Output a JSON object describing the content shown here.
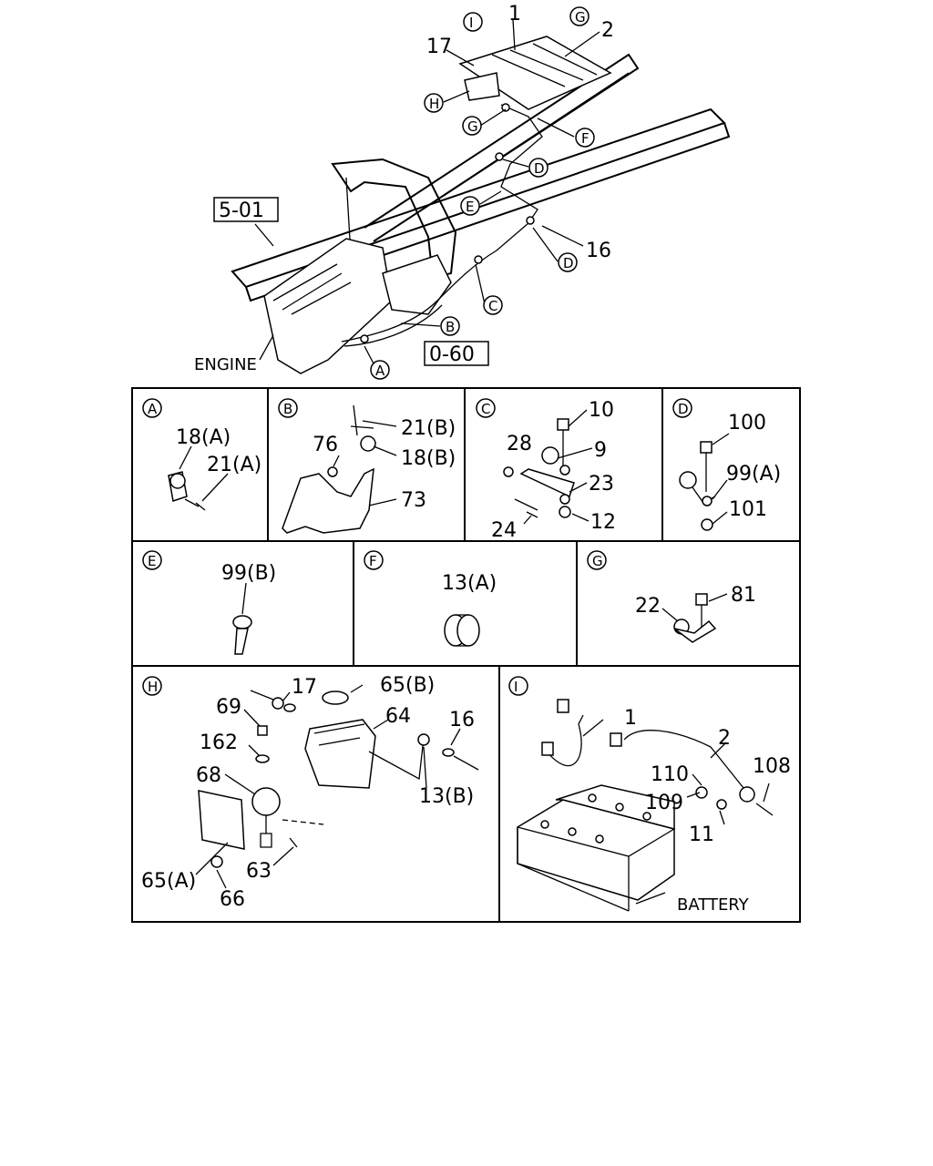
{
  "overview": {
    "ref_5_01": "5-01",
    "ref_0_60": "0-60",
    "engine": "ENGINE",
    "callouts": {
      "I": "I",
      "G": "G",
      "H": "H",
      "G2": "G",
      "F": "F",
      "D1": "D",
      "E": "E",
      "D2": "D",
      "C": "C",
      "B": "B",
      "A": "A"
    },
    "parts": {
      "p1": "1",
      "p2": "2",
      "p17": "17",
      "p16": "16"
    }
  },
  "panels": {
    "A": {
      "letter": "A",
      "labels": [
        "18(A)",
        "21(A)"
      ]
    },
    "B": {
      "letter": "B",
      "labels": [
        "21(B)",
        "76",
        "18(B)",
        "73"
      ]
    },
    "C": {
      "letter": "C",
      "labels": [
        "10",
        "28",
        "9",
        "23",
        "24",
        "12"
      ]
    },
    "D": {
      "letter": "D",
      "labels": [
        "100",
        "99(A)",
        "101"
      ]
    },
    "E": {
      "letter": "E",
      "labels": [
        "99(B)"
      ]
    },
    "F": {
      "letter": "F",
      "labels": [
        "13(A)"
      ]
    },
    "G": {
      "letter": "G",
      "labels": [
        "81",
        "22"
      ]
    },
    "H": {
      "letter": "H",
      "labels": [
        "17",
        "65(B)",
        "69",
        "64",
        "16",
        "162",
        "68",
        "13(B)",
        "63",
        "65(A)",
        "66"
      ]
    },
    "I": {
      "letter": "I",
      "labels": [
        "1",
        "2",
        "110",
        "108",
        "109",
        "11",
        "BATTERY"
      ]
    }
  }
}
